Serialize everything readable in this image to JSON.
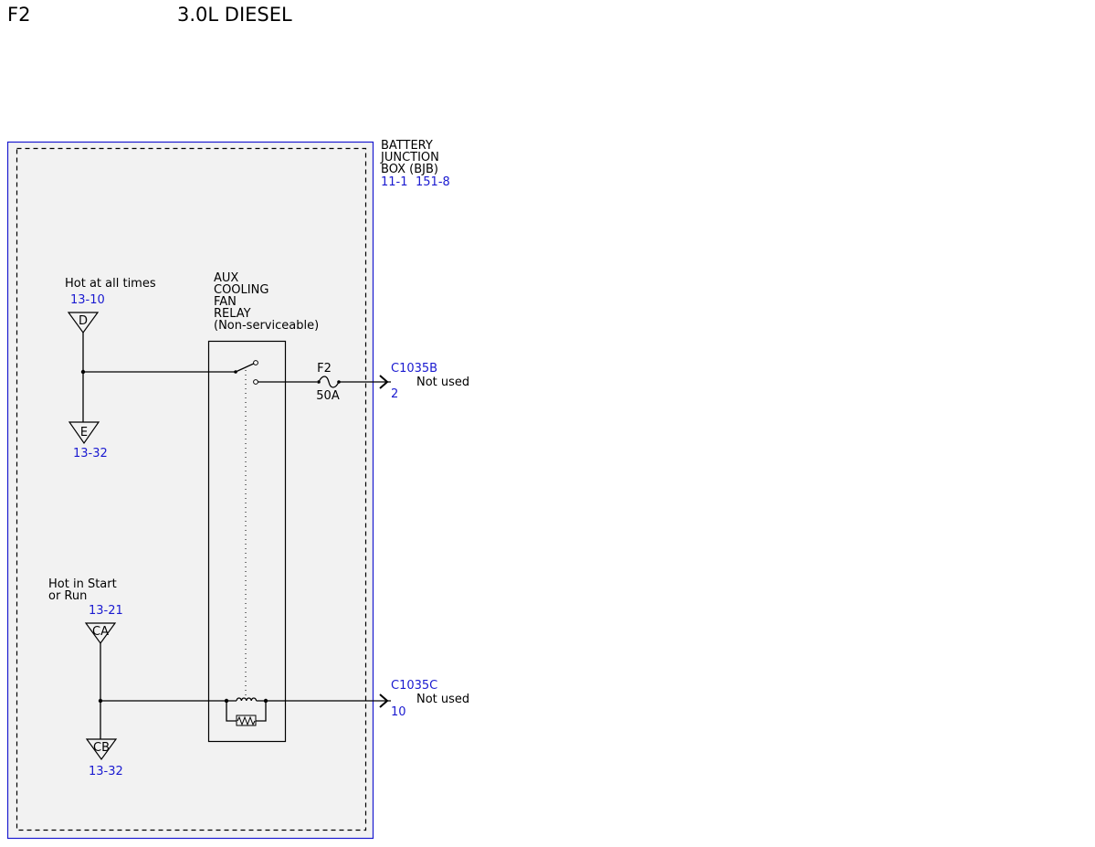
{
  "header": {
    "page_code": "F2",
    "engine": "3.0L DIESEL"
  },
  "junction_box": {
    "name_lines": [
      "BATTERY",
      "JUNCTION",
      "BOX (BJB)"
    ],
    "ref_1": "11-1",
    "ref_2": "151-8"
  },
  "relay": {
    "label_lines": [
      "AUX",
      "COOLING",
      "FAN",
      "RELAY",
      "(Non-serviceable)"
    ]
  },
  "fuse": {
    "name": "F2",
    "rating": "50A"
  },
  "power_feeds": {
    "hot_at_all_times": {
      "label": "Hot at all times",
      "top_ref": "13-10",
      "top_terminal": "D",
      "bottom_terminal": "E",
      "bottom_ref": "13-32"
    },
    "hot_in_start_run": {
      "label_lines": [
        "Hot in Start",
        "or Run"
      ],
      "top_ref": "13-21",
      "top_terminal": "CA",
      "bottom_terminal": "CB",
      "bottom_ref": "13-32"
    }
  },
  "connectors": [
    {
      "name": "C1035B",
      "pin": "2",
      "status": "Not used"
    },
    {
      "name": "C1035C",
      "pin": "10",
      "status": "Not used"
    }
  ],
  "colors": {
    "box_border": "#1a1ad0",
    "box_fill": "#f2f2f2",
    "reference_text": "#1a1ad0",
    "wire": "#000000"
  }
}
